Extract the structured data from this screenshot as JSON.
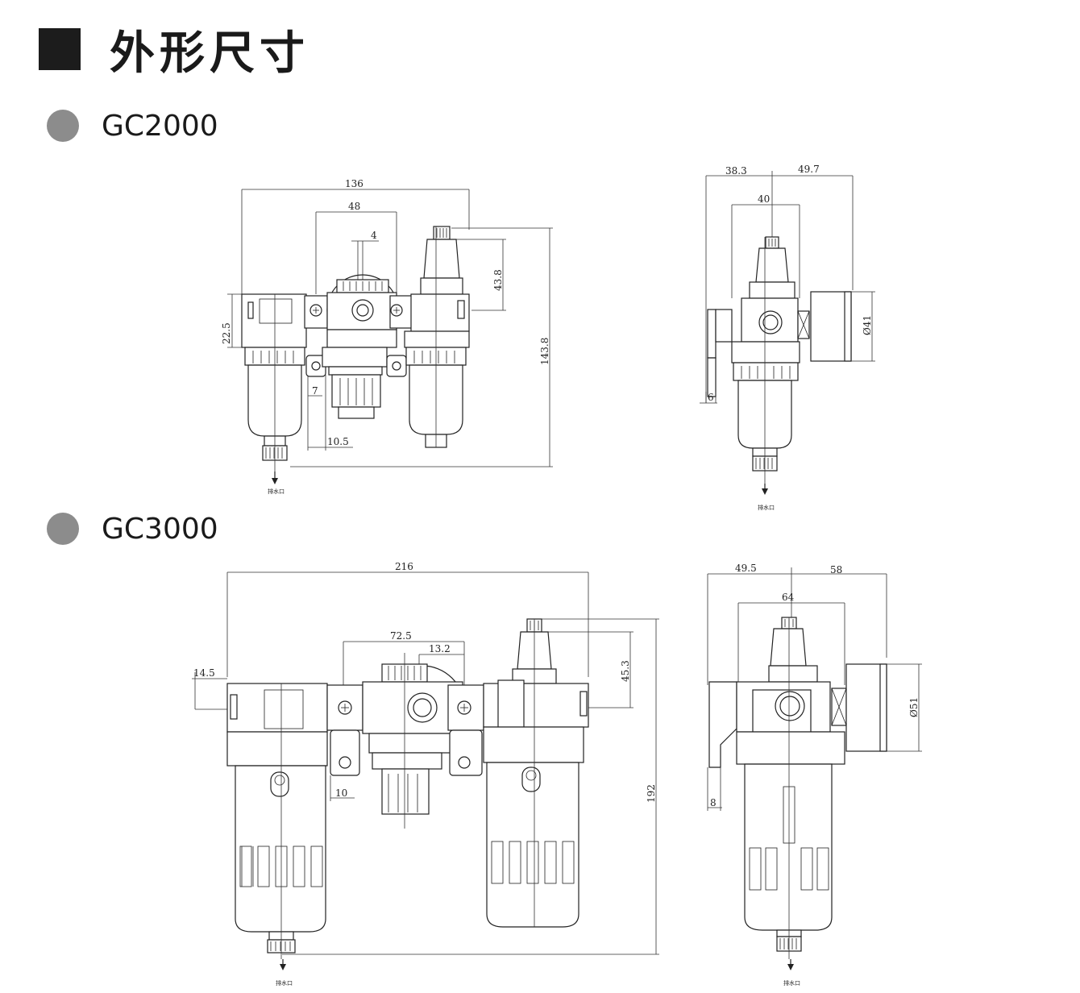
{
  "page": {
    "title": "外形尺寸",
    "icon_square": "square-bullet-icon",
    "icon_circle": "circle-bullet-icon"
  },
  "gc2000": {
    "model": "GC2000",
    "front": {
      "dims": {
        "total_width": "136",
        "regulator_width": "48",
        "gauge_offset": "4",
        "lubricator_top": "43.8",
        "total_height": "143.8",
        "body_height": "22.5",
        "bracket_height": "7",
        "bracket_width": "10.5"
      },
      "drain_label": "排水口"
    },
    "side": {
      "dims": {
        "left": "38.3",
        "right": "49.7",
        "width": "40",
        "gauge_dia": "Ø41",
        "bracket": "6"
      },
      "drain_label": "排水口"
    }
  },
  "gc3000": {
    "model": "GC3000",
    "front": {
      "dims": {
        "total_width": "216",
        "regulator_width": "72.5",
        "gauge_offset": "13.2",
        "lubricator_top": "45.3",
        "body_offset": "14.5",
        "total_height": "192",
        "bracket_width": "10"
      },
      "drain_label": "排水口"
    },
    "side": {
      "dims": {
        "left": "49.5",
        "right": "58",
        "width": "64",
        "gauge_dia": "Ø51",
        "bracket": "8"
      },
      "drain_label": "排水口"
    }
  }
}
